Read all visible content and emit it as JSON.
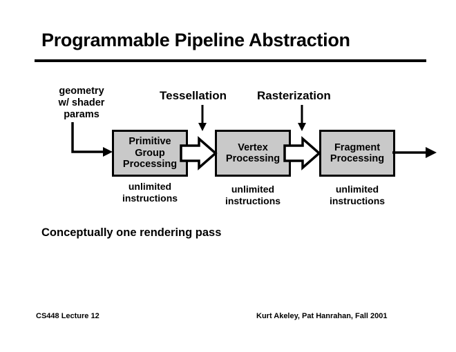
{
  "slide": {
    "title": "Programmable Pipeline Abstraction",
    "conclusion": "Conceptually one rendering pass"
  },
  "input": {
    "label": "geometry\nw/ shader\nparams"
  },
  "top_labels": {
    "tessellation": "Tessellation",
    "rasterization": "Rasterization"
  },
  "stages": [
    {
      "name": "primitive-group-processing",
      "label": "Primitive\nGroup\nProcessing",
      "caption": "unlimited\ninstructions"
    },
    {
      "name": "vertex-processing",
      "label": "Vertex\nProcessing",
      "caption": "unlimited\ninstructions"
    },
    {
      "name": "fragment-processing",
      "label": "Fragment\nProcessing",
      "caption": "unlimited\ninstructions"
    }
  ],
  "footer": {
    "left": "CS448 Lecture 12",
    "right": "Kurt Akeley, Pat Hanrahan, Fall 2001"
  },
  "colors": {
    "box_fill": "#c9c9c9",
    "stroke": "#000000",
    "background": "#ffffff"
  }
}
